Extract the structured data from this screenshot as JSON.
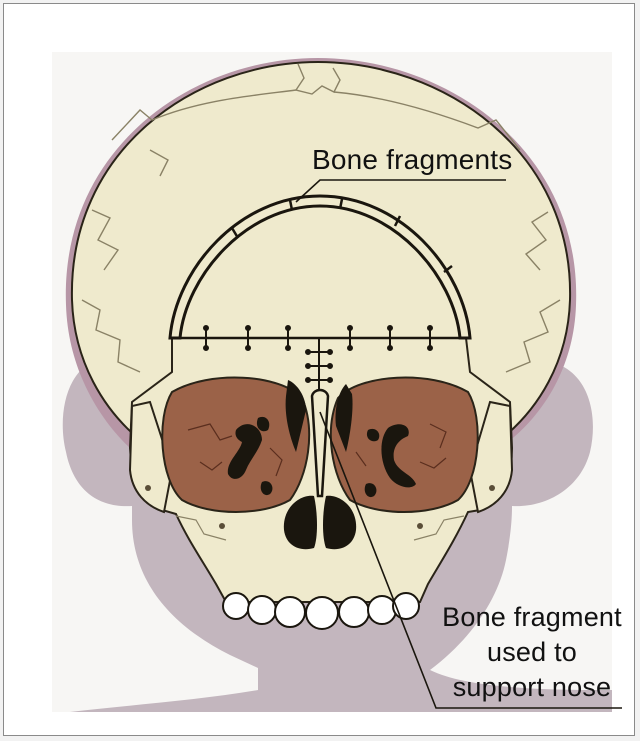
{
  "labels": {
    "bone_fragments": "Bone fragments",
    "nose_support": [
      "Bone fragment",
      "used to",
      "support nose"
    ]
  },
  "colors": {
    "bone": "#efeacd",
    "bone_outline": "#2a2418",
    "suture": "#8a8266",
    "orbit": "#9b6248",
    "orbit_dark": "#6e3c28",
    "silhouette": "#c3b6be",
    "skull_halo": "#b796a6"
  }
}
